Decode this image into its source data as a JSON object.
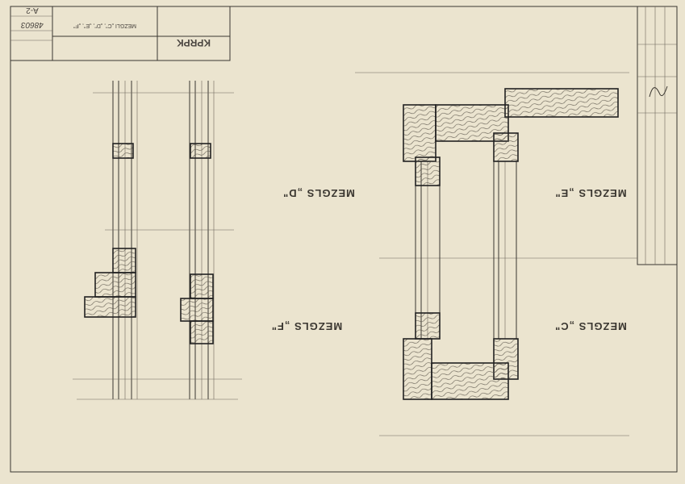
{
  "title_block": {
    "sheet_number": "A-2",
    "archive_number": "48603",
    "object_code": "KPRPK",
    "sheet_title": "MEZGLI „C\", „D\", „E\", „F\""
  },
  "labels": {
    "detail_d": "MEZGLS „D\"",
    "detail_e": "MEZGLS „E\"",
    "detail_f": "MEZGLS „F\"",
    "detail_c": "MEZGLS „C\""
  },
  "colors": {
    "paper": "#ebe4cf",
    "ink": "#3a3630"
  }
}
